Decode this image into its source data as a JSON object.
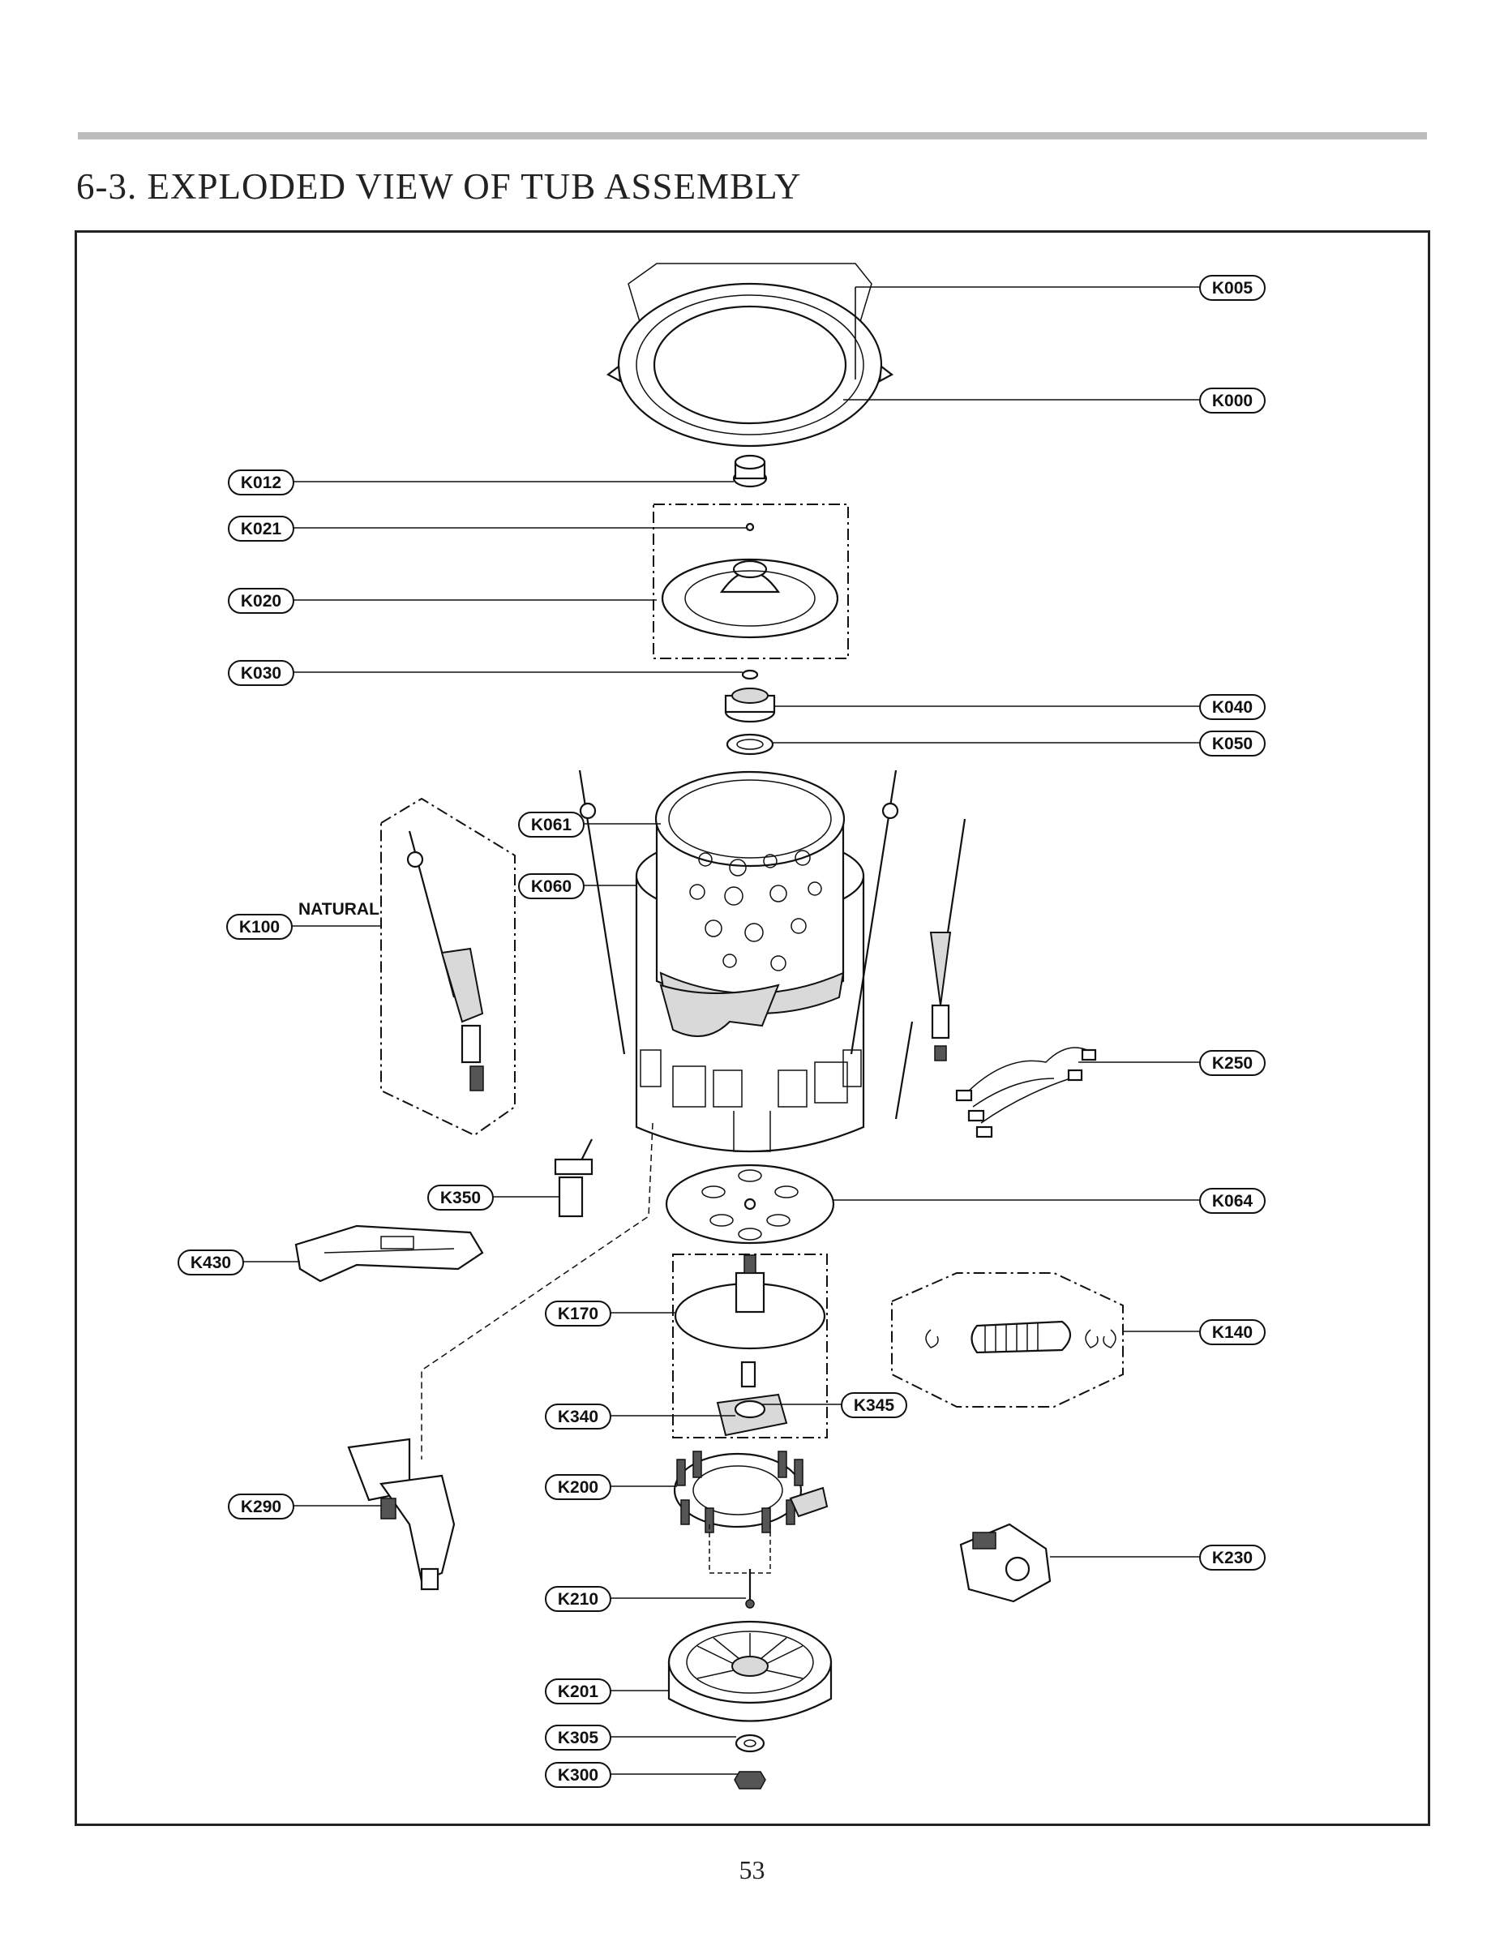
{
  "page": {
    "title": "6-3. EXPLODED VIEW OF TUB ASSEMBLY",
    "page_number": "53"
  },
  "annotation": {
    "natural": "NATURAL"
  },
  "parts": [
    {
      "code": "K005"
    },
    {
      "code": "K000"
    },
    {
      "code": "K012"
    },
    {
      "code": "K021"
    },
    {
      "code": "K020"
    },
    {
      "code": "K030"
    },
    {
      "code": "K040"
    },
    {
      "code": "K050"
    },
    {
      "code": "K061"
    },
    {
      "code": "K060"
    },
    {
      "code": "K100"
    },
    {
      "code": "K250"
    },
    {
      "code": "K350"
    },
    {
      "code": "K064"
    },
    {
      "code": "K430"
    },
    {
      "code": "K170"
    },
    {
      "code": "K140"
    },
    {
      "code": "K340"
    },
    {
      "code": "K345"
    },
    {
      "code": "K200"
    },
    {
      "code": "K290"
    },
    {
      "code": "K230"
    },
    {
      "code": "K210"
    },
    {
      "code": "K201"
    },
    {
      "code": "K305"
    },
    {
      "code": "K300"
    }
  ]
}
